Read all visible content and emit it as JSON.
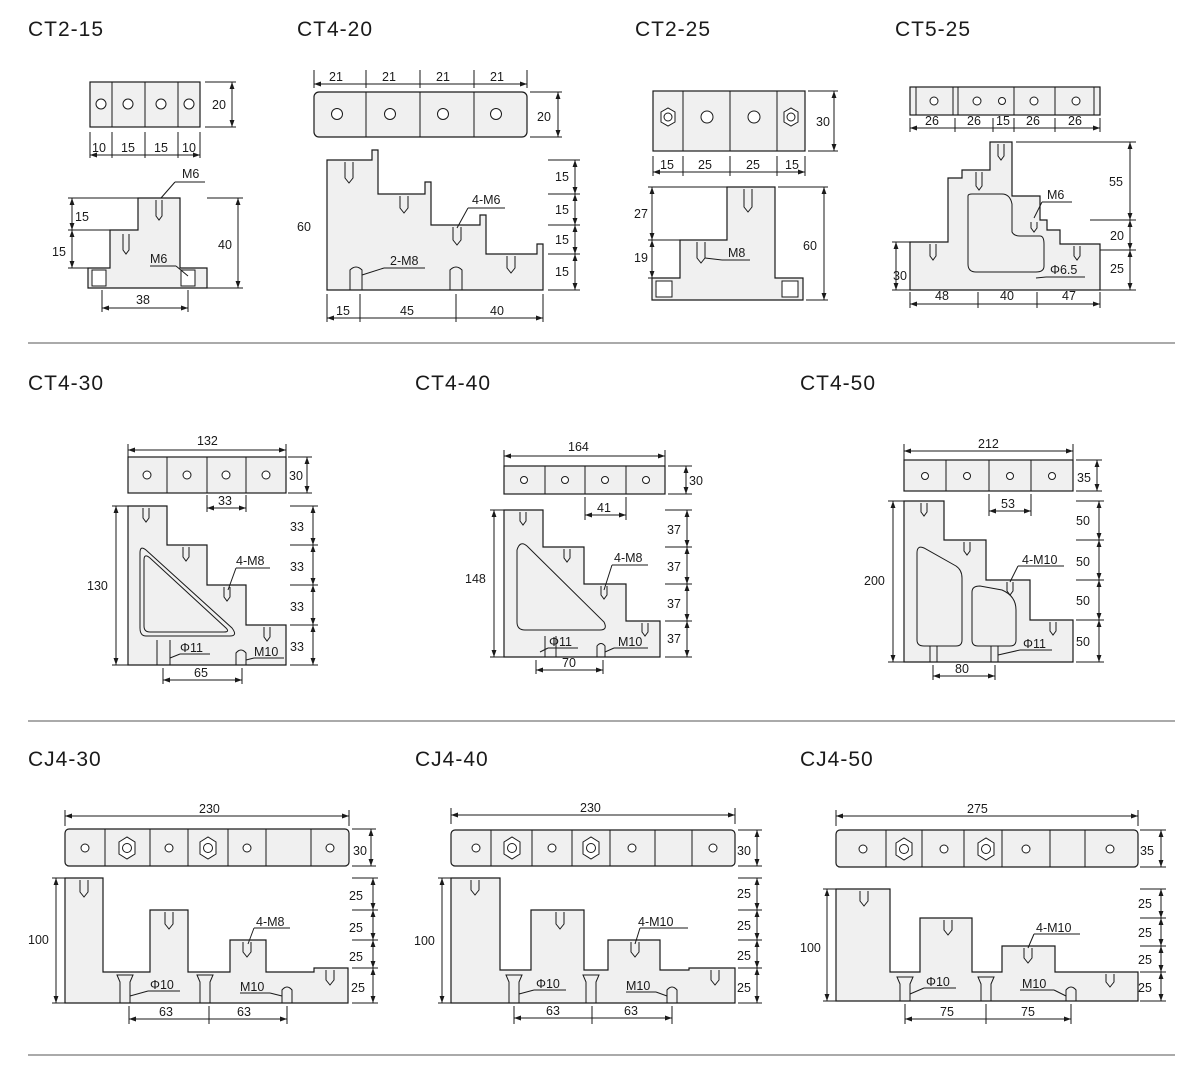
{
  "rows": [
    {
      "items": [
        {
          "model": "CT2-15",
          "top_dims": [
            "10",
            "15",
            "15",
            "10"
          ],
          "top_height": "20",
          "left_dims": [
            "15",
            "15"
          ],
          "right_height": "40",
          "bottom_dims": [
            "38"
          ],
          "callouts": [
            "M6",
            "M6"
          ]
        },
        {
          "model": "CT4-20",
          "top_dims": [
            "21",
            "21",
            "21",
            "21"
          ],
          "top_height": "20",
          "left_height": "60",
          "right_dims": [
            "15",
            "15",
            "15",
            "15"
          ],
          "bottom_dims": [
            "15",
            "45",
            "40"
          ],
          "callouts": [
            "4-M6",
            "2-M8"
          ]
        },
        {
          "model": "CT2-25",
          "top_dims": [
            "15",
            "25",
            "25",
            "15"
          ],
          "top_height": "30",
          "left_dims": [
            "27",
            "19"
          ],
          "right_height": "60",
          "callouts": [
            "M8"
          ]
        },
        {
          "model": "CT5-25",
          "top_dims": [
            "26",
            "26",
            "15",
            "26",
            "26"
          ],
          "right_dims": [
            "55",
            "20",
            "25"
          ],
          "left_height": "30",
          "bottom_dims": [
            "48",
            "40",
            "47"
          ],
          "callouts": [
            "M6",
            "Φ6.5"
          ]
        }
      ]
    },
    {
      "items": [
        {
          "model": "CT4-30",
          "overall_width": "132",
          "top_height": "30",
          "pitch": "33",
          "left_height": "130",
          "right_dims": [
            "33",
            "33",
            "33",
            "33"
          ],
          "bottom_dims": [
            "65"
          ],
          "callouts": [
            "4-M8",
            "Φ11",
            "M10"
          ]
        },
        {
          "model": "CT4-40",
          "overall_width": "164",
          "top_height": "30",
          "pitch": "41",
          "left_height": "148",
          "right_dims": [
            "37",
            "37",
            "37",
            "37"
          ],
          "bottom_dims": [
            "70"
          ],
          "callouts": [
            "4-M8",
            "Φ11",
            "M10"
          ]
        },
        {
          "model": "CT4-50",
          "overall_width": "212",
          "top_height": "35",
          "pitch": "53",
          "left_height": "200",
          "right_dims": [
            "50",
            "50",
            "50",
            "50"
          ],
          "bottom_dims": [
            "80"
          ],
          "callouts": [
            "4-M10",
            "Φ11"
          ]
        }
      ]
    },
    {
      "items": [
        {
          "model": "CJ4-30",
          "overall_width": "230",
          "top_height": "30",
          "left_height": "100",
          "right_dims": [
            "25",
            "25",
            "25",
            "25"
          ],
          "bottom_dims": [
            "63",
            "63"
          ],
          "callouts": [
            "4-M8",
            "Φ10",
            "M10"
          ]
        },
        {
          "model": "CJ4-40",
          "overall_width": "230",
          "top_height": "30",
          "left_height": "100",
          "right_dims": [
            "25",
            "25",
            "25",
            "25"
          ],
          "bottom_dims": [
            "63",
            "63"
          ],
          "callouts": [
            "4-M10",
            "Φ10",
            "M10"
          ]
        },
        {
          "model": "CJ4-50",
          "overall_width": "275",
          "top_height": "35",
          "left_height": "100",
          "right_dims": [
            "25",
            "25",
            "25",
            "25"
          ],
          "bottom_dims": [
            "75",
            "75"
          ],
          "callouts": [
            "4-M10",
            "Φ10",
            "M10"
          ]
        }
      ]
    }
  ],
  "colors": {
    "line": "#1a1a1a",
    "part_fill": "#f0f0f0",
    "divider": "#555555"
  }
}
